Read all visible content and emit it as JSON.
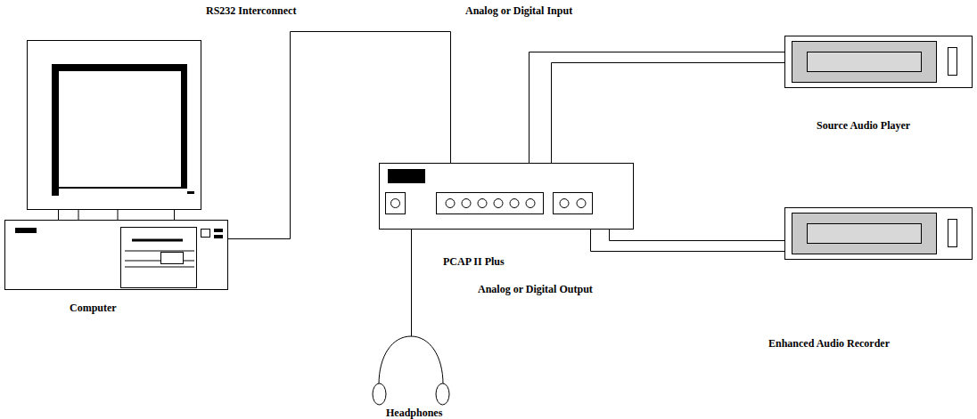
{
  "diagram": {
    "nodes": [
      {
        "text": [
          "Computer"
        ]
      },
      {
        "text": [
          "PCAP II Plus"
        ]
      },
      {
        "text": [
          "Source Audio Player"
        ]
      },
      {
        "text": [
          "Enhanced Audio Recorder"
        ]
      },
      {
        "text": [
          "Headphones"
        ]
      }
    ],
    "edges": [
      {
        "from": 0,
        "to": 1,
        "label": "RS232 Interconnect",
        "arrow": "none"
      },
      {
        "from": 1,
        "to": 2,
        "label": "Analog or Digital Input",
        "arrow": "none"
      },
      {
        "from": 1,
        "to": 3,
        "label": "Analog or Digital Output",
        "arrow": "none"
      },
      {
        "from": 1,
        "to": 4,
        "arrow": "none"
      }
    ]
  }
}
